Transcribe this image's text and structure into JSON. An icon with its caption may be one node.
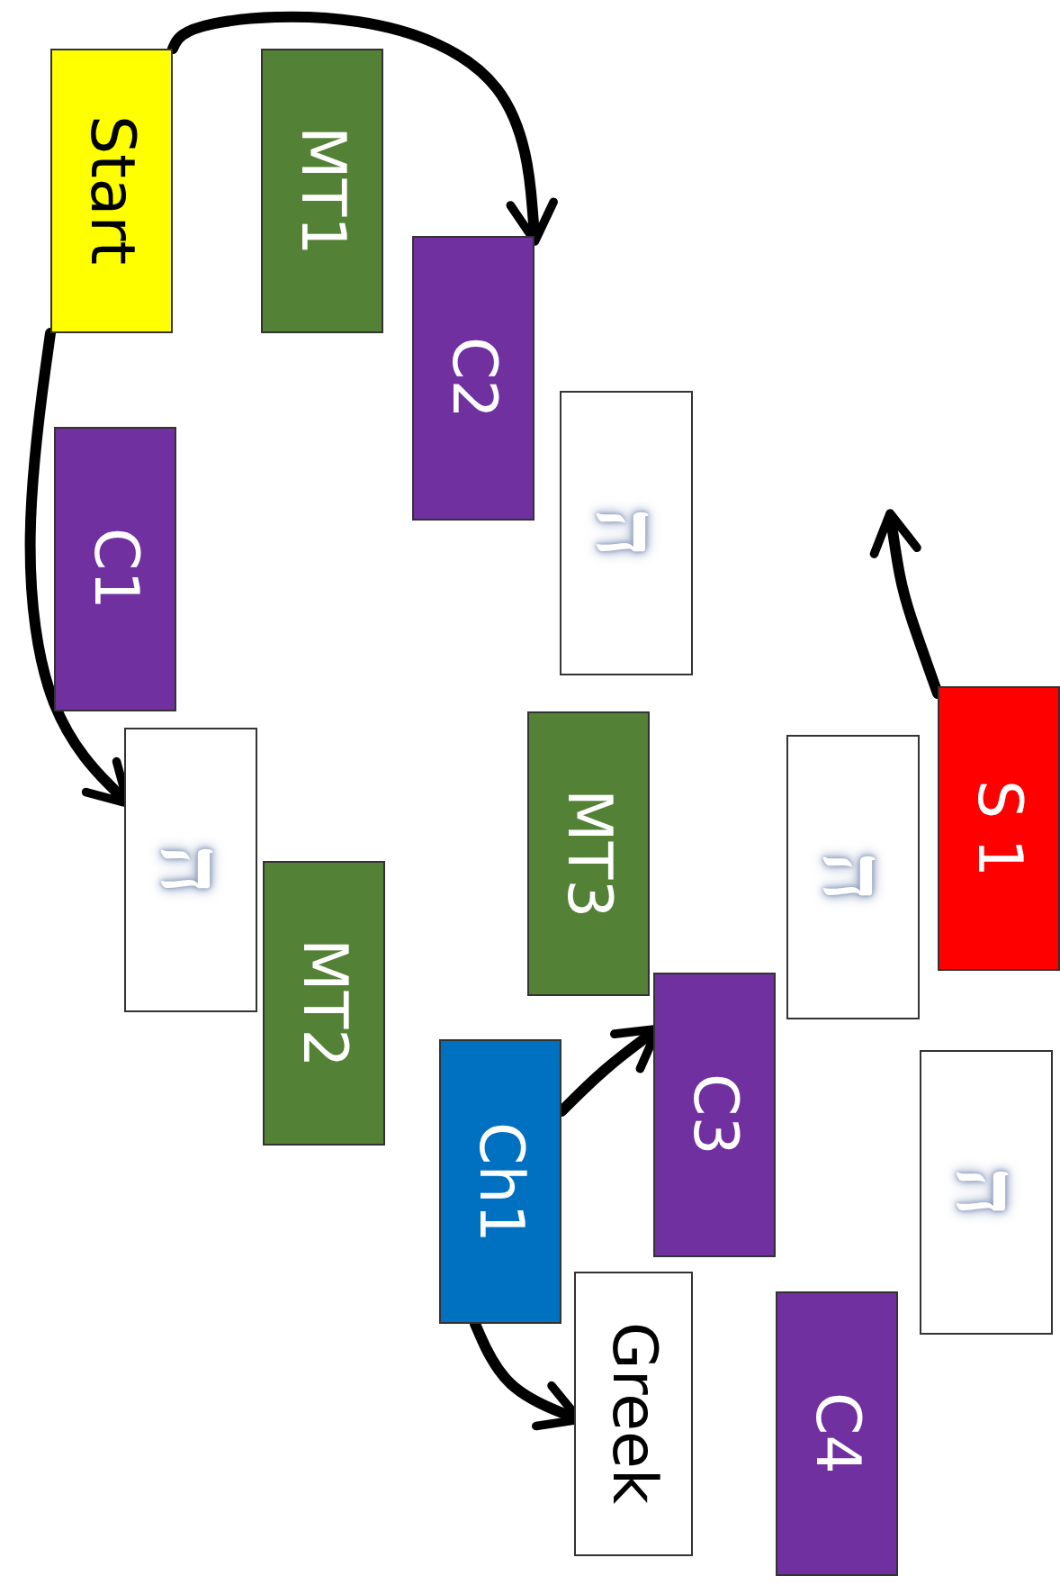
{
  "diagram": {
    "nodes": [
      {
        "text": [
          "Start"
        ]
      },
      {
        "text": [
          "MT1"
        ]
      },
      {
        "text": [
          "C2"
        ]
      },
      {
        "text": [
          "ה"
        ]
      },
      {
        "text": [
          "C1"
        ]
      },
      {
        "text": [
          "ה"
        ]
      },
      {
        "text": [
          "MT2"
        ]
      },
      {
        "text": [
          "MT3"
        ]
      },
      {
        "text": [
          "ה"
        ]
      },
      {
        "text": [
          "S 1"
        ]
      },
      {
        "text": [
          "Ch1"
        ]
      },
      {
        "text": [
          "C3"
        ]
      },
      {
        "text": [
          "Greek"
        ]
      },
      {
        "text": [
          "ה"
        ]
      },
      {
        "text": [
          "C4"
        ]
      }
    ],
    "edges": [
      {
        "from": 0,
        "to": 2,
        "arrow": "to"
      },
      {
        "from": 0,
        "to": 5,
        "arrow": "to"
      },
      {
        "from": 9,
        "to": null,
        "arrow": "to"
      },
      {
        "from": 10,
        "to": 11,
        "arrow": "to"
      },
      {
        "from": 10,
        "to": 12,
        "arrow": "to"
      }
    ]
  }
}
